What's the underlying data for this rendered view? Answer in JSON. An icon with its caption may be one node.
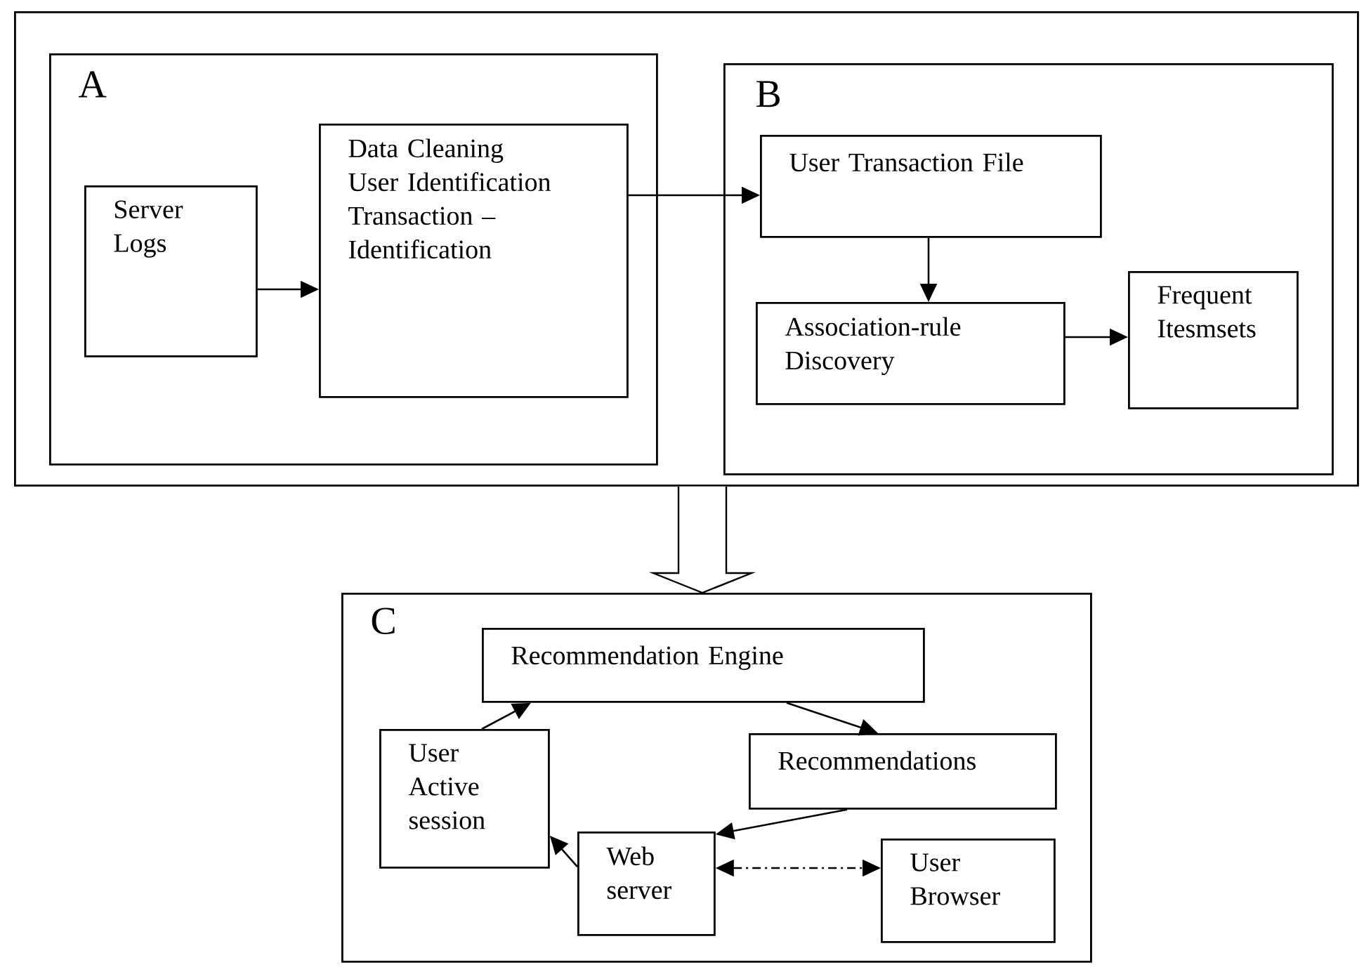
{
  "diagram": {
    "nodes": [
      {
        "text": [],
        "shape": "box"
      },
      {
        "text": [
          "A"
        ],
        "in": 0
      },
      {
        "text": [
          "Server Logs"
        ],
        "in": 1
      },
      {
        "text": [
          "Data Cleaning User Identification Transaction – Identification"
        ],
        "in": 1
      },
      {
        "text": [
          "B"
        ],
        "in": 0
      },
      {
        "text": [
          "User Transaction File"
        ],
        "in": 4
      },
      {
        "text": [
          "Association-rule Discovery"
        ],
        "in": 4
      },
      {
        "text": [
          "Frequent Itesmsets"
        ],
        "in": 4
      },
      {
        "text": [
          "C"
        ]
      },
      {
        "text": [
          "Recommendation Engine"
        ],
        "in": 8
      },
      {
        "text": [
          "User Active session"
        ],
        "in": 8
      },
      {
        "text": [
          "Recommendations"
        ],
        "in": 8
      },
      {
        "text": [
          "Web server"
        ],
        "in": 8
      },
      {
        "text": [
          "User Browser"
        ],
        "in": 8
      }
    ],
    "edges": [
      {
        "from": 2,
        "to": 3,
        "arrow": "to"
      },
      {
        "from": 3,
        "to": 5,
        "arrow": "to"
      },
      {
        "from": 5,
        "to": 6,
        "arrow": "to"
      },
      {
        "from": 6,
        "to": 7,
        "arrow": "to"
      },
      {
        "from": 0,
        "to": 8,
        "arrow": "to",
        "style": "thick"
      },
      {
        "from": 10,
        "to": 9,
        "arrow": "to"
      },
      {
        "from": 9,
        "to": 11,
        "arrow": "to"
      },
      {
        "from": 11,
        "to": 12,
        "arrow": "to"
      },
      {
        "from": 12,
        "to": 10,
        "arrow": "to"
      },
      {
        "from": 12,
        "to": 13,
        "arrow": "both",
        "style": "dashed"
      }
    ]
  }
}
